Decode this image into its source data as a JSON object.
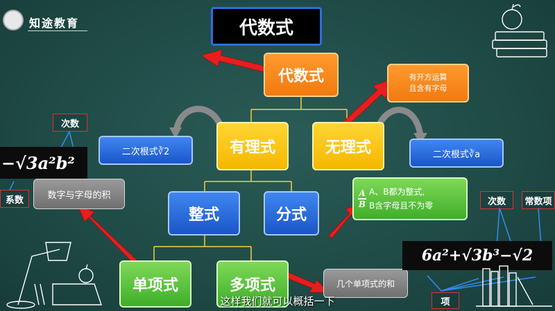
{
  "brand": {
    "name": "知途教育"
  },
  "title": "代数式",
  "tree": {
    "root": "代数式",
    "rational": "有理式",
    "irrational": "无理式",
    "integral": "整式",
    "fractional": "分式",
    "monomial": "单项式",
    "polynomial": "多项式"
  },
  "notes": {
    "irrational_def": [
      "有开方运算",
      "且含有字母"
    ],
    "quad_root_left": "二次根式∛2",
    "quad_root_right": "二次根式∛a",
    "fraction_def_line1": "A、B都为整式,",
    "fraction_def_line2": "B含字母且不为零",
    "fraction_num": "A",
    "fraction_den": "B",
    "monomial_def": "数字与字母的积",
    "polynomial_def": "几个单项式的和"
  },
  "labels": {
    "degree_left": "次数",
    "coefficient": "系数",
    "degree_right": "次数",
    "constant": "常数项",
    "term": "项"
  },
  "formulas": {
    "monomial_example": "−√3a²b²",
    "polynomial_example": "6a²+√3b³−√2"
  },
  "subtitle": "这样我们就可以概括一下"
}
